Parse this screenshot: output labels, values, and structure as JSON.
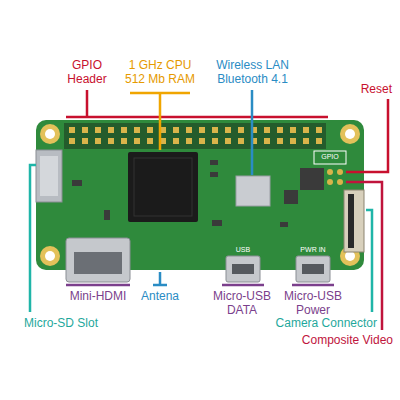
{
  "diagram": {
    "labels": [
      "GPIO Header",
      "1 GHz CPU 512 Mb RAM",
      "Wireless LAN Bluetooth 4.1",
      "Reset",
      "GPIO",
      "USB",
      "PWR IN",
      "Mini-HDMI",
      "Antena",
      "Micro-USB DATA",
      "Micro-USB Power",
      "Micro-SD Slot",
      "Camera Connector",
      "Composite Video"
    ]
  }
}
